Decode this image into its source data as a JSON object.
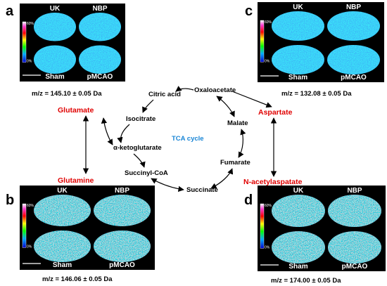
{
  "panels": [
    {
      "letter": "a",
      "labels": {
        "top_left": "UK",
        "top_right": "NBP",
        "bottom_left": "Sham",
        "bottom_right": "pMCAO"
      },
      "scale_max": "60%",
      "scale_min": "0%",
      "caption": "m/z = 145.10 ± 0.05 Da"
    },
    {
      "letter": "b",
      "labels": {
        "top_left": "UK",
        "top_right": "NBP",
        "bottom_left": "Sham",
        "bottom_right": "pMCAO"
      },
      "scale_max": "60%",
      "scale_min": "0%",
      "caption": "m/z = 146.06 ± 0.05 Da"
    },
    {
      "letter": "c",
      "labels": {
        "top_left": "UK",
        "top_right": "NBP",
        "bottom_left": "Sham",
        "bottom_right": "pMCAO"
      },
      "scale_max": "60%",
      "scale_min": "0%",
      "caption": "m/z = 132.08 ± 0.05 Da"
    },
    {
      "letter": "d",
      "labels": {
        "top_left": "UK",
        "top_right": "NBP",
        "bottom_left": "Sham",
        "bottom_right": "pMCAO"
      },
      "scale_max": "60%",
      "scale_min": "0%",
      "caption": "m/z = 174.00 ± 0.05 Da"
    }
  ],
  "cycle": {
    "center": "TCA cycle",
    "nodes": {
      "citric_acid": "Citric acid",
      "oxaloacetate": "Oxaloacetate",
      "isocitrate": "Isocitrate",
      "malate": "Malate",
      "alpha_ketoglutarate": "α-ketoglutarate",
      "fumarate": "Fumarate",
      "succinyl_coa": "Succinyl-CoA",
      "succinate": "Succinate"
    }
  },
  "metabolites": {
    "glutamate": "Glutamate",
    "glutamine": "Glutamine",
    "aspartate": "Aspartate",
    "n_acetylaspartate": "N-acetylaspatate"
  },
  "colors": {
    "metabolite_red": "#e00000",
    "center_blue": "#1a86d6",
    "image_background": "#000000",
    "text": "#000000"
  }
}
